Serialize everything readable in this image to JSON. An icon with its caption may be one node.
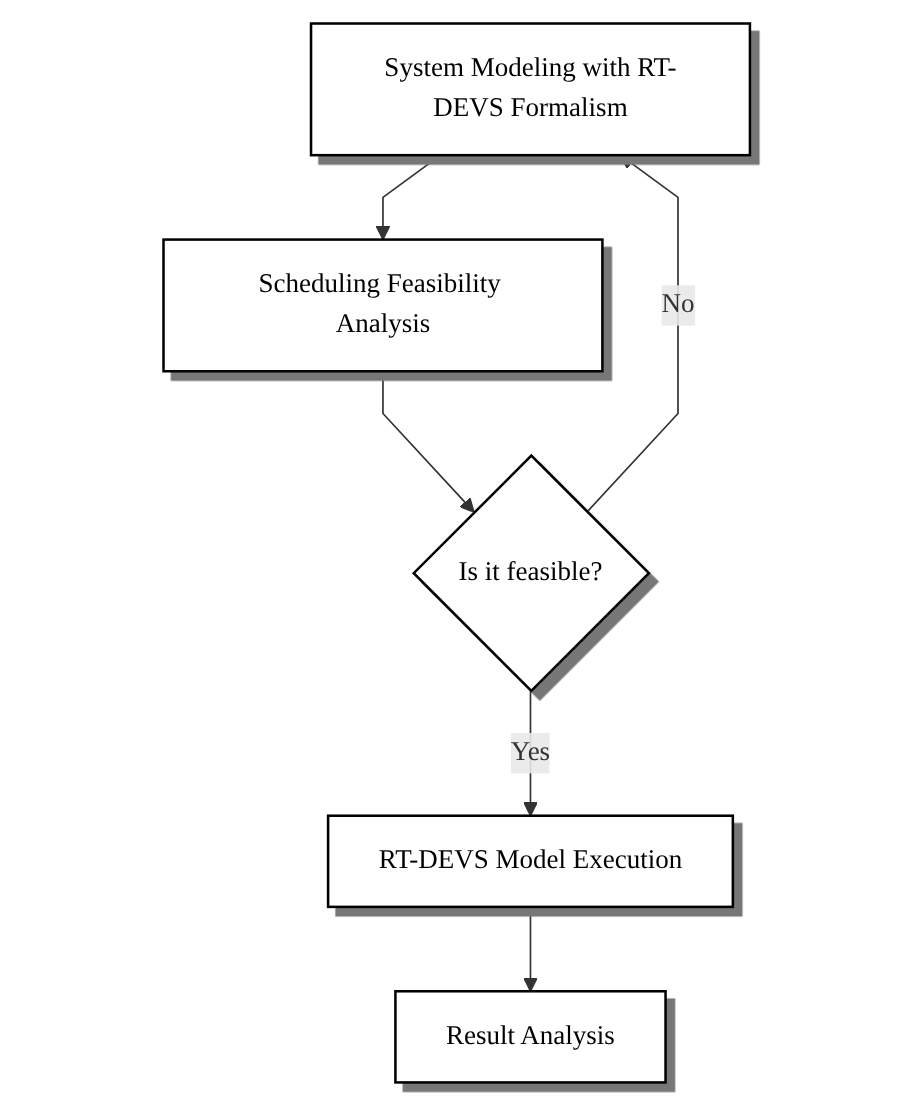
{
  "diagram": {
    "nodes": [
      {
        "text": [
          "System Modeling with RT-DEVS Formalism"
        ]
      },
      {
        "text": [
          "Scheduling Feasibility Analysis"
        ]
      },
      {
        "text": [
          "Is it feasible?"
        ]
      },
      {
        "text": [
          "RT-DEVS Model Execution"
        ]
      },
      {
        "text": [
          "Result Analysis"
        ]
      }
    ],
    "edges": [
      {
        "from": 0,
        "to": 1,
        "arrow": "to"
      },
      {
        "from": 1,
        "to": 2,
        "arrow": "to"
      },
      {
        "from": 2,
        "to": 0,
        "arrow": "to",
        "label": "No"
      },
      {
        "from": 2,
        "to": 3,
        "arrow": "to",
        "label": "Yes"
      },
      {
        "from": 3,
        "to": 4,
        "arrow": "to"
      }
    ]
  }
}
